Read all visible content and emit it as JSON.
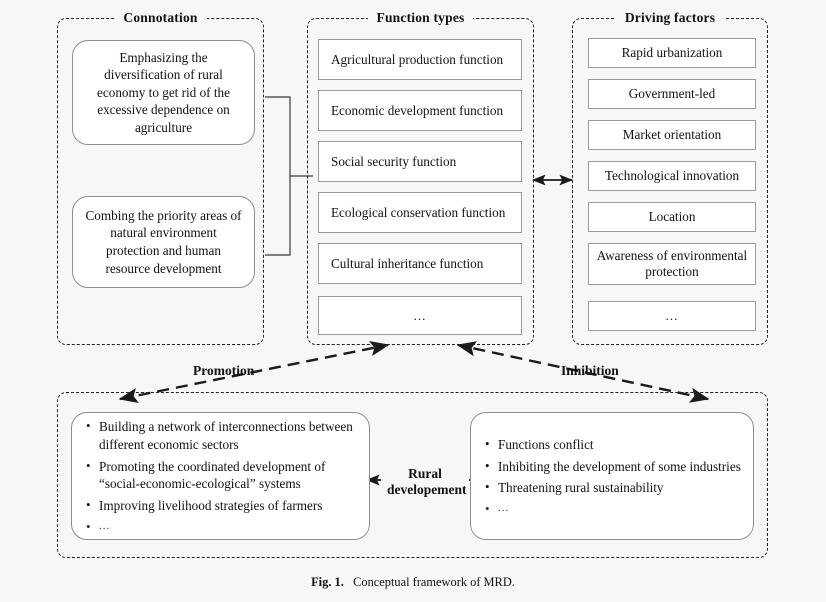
{
  "figure": {
    "caption_label": "Fig. 1.",
    "caption_text": "Conceptual framework of MRD."
  },
  "panels": {
    "connotation": {
      "title": "Connotation",
      "boxes": [
        "Emphasizing the diversification of rural economy to get rid of the excessive dependence on agriculture",
        "Combing the priority areas of natural environment protection and human resource development"
      ]
    },
    "function_types": {
      "title": "Function types",
      "items": [
        "Agricultural production function",
        "Economic development function",
        "Social security function",
        "Ecological conservation function",
        "Cultural inheritance function",
        "..."
      ]
    },
    "driving_factors": {
      "title": "Driving factors",
      "items": [
        "Rapid urbanization",
        "Government-led",
        "Market orientation",
        "Technological innovation",
        "Location",
        "Awareness of environmental protection",
        "..."
      ]
    }
  },
  "outcomes": {
    "promotion_label": "Promotion",
    "inhibition_label": "Inhibition",
    "center_label_line1": "Rural",
    "center_label_line2": "developement",
    "positive": [
      "Building a network of interconnections between different economic sectors",
      "Promoting the coordinated development of “social-economic-ecological” systems",
      "Improving livelihood strategies of farmers",
      "..."
    ],
    "negative": [
      "Functions conflict",
      "Inhibiting the development of some industries",
      "Threatening rural sustainability",
      "..."
    ]
  },
  "colors": {
    "background": "#f7f7f7",
    "box_border": "#9a9a9a",
    "panel_border": "#222222",
    "text": "#111111"
  }
}
